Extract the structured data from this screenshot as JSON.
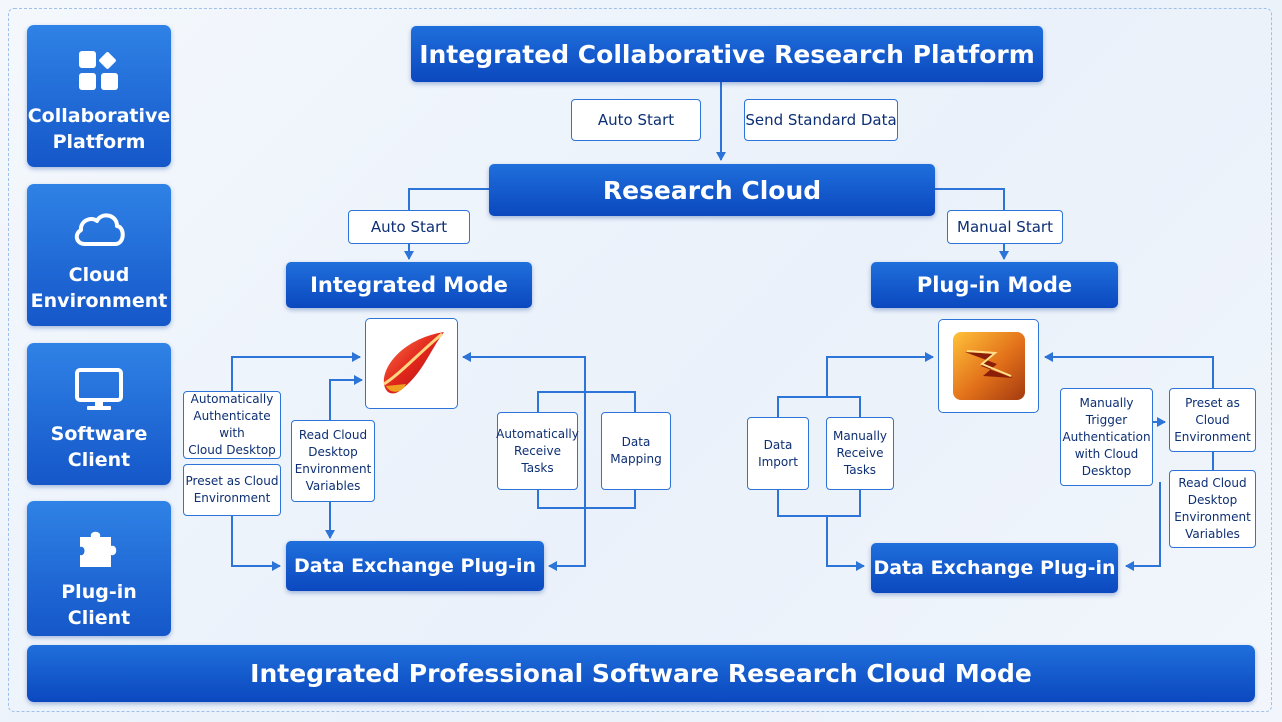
{
  "side": [
    {
      "label": "Collaborative\nPlatform",
      "icon": "grid-icon"
    },
    {
      "label": "Cloud\nEnvironment",
      "icon": "cloud-icon"
    },
    {
      "label": "Software\nClient",
      "icon": "monitor-icon"
    },
    {
      "label": "Plug-in\nClient",
      "icon": "puzzle-icon"
    }
  ],
  "top": {
    "platform": "Integrated Collaborative Research Platform",
    "auto_start": "Auto Start",
    "send_data": "Send Standard Data",
    "cloud": "Research Cloud"
  },
  "left": {
    "trigger": "Auto Start",
    "mode": "Integrated Mode",
    "app_icon": "red-leaf-app-icon",
    "auth": "Automatically\nAuthenticate with\nCloud Desktop",
    "preset": "Preset as Cloud\nEnvironment",
    "read_vars": "Read Cloud\nDesktop\nEnvironment\nVariables",
    "receive": "Automatically\nReceive Tasks",
    "mapping": "Data\nMapping",
    "plugin": "Data Exchange Plug-in"
  },
  "right": {
    "trigger": "Manual Start",
    "mode": "Plug-in Mode",
    "app_icon": "orange-arrow-app-icon",
    "import": "Data\nImport",
    "receive": "Manually\nReceive\nTasks",
    "trigger_auth": "Manually\nTrigger\nAuthentication\nwith Cloud\nDesktop",
    "preset": "Preset as\nCloud\nEnvironment",
    "read_vars": "Read Cloud\nDesktop\nEnvironment\nVariables",
    "plugin": "Data Exchange Plug-in"
  },
  "footer": "Integrated Professional Software Research Cloud Mode",
  "colors": {
    "accent": "#1557c9",
    "line": "#2d74d8",
    "text": "#0d2f73"
  }
}
